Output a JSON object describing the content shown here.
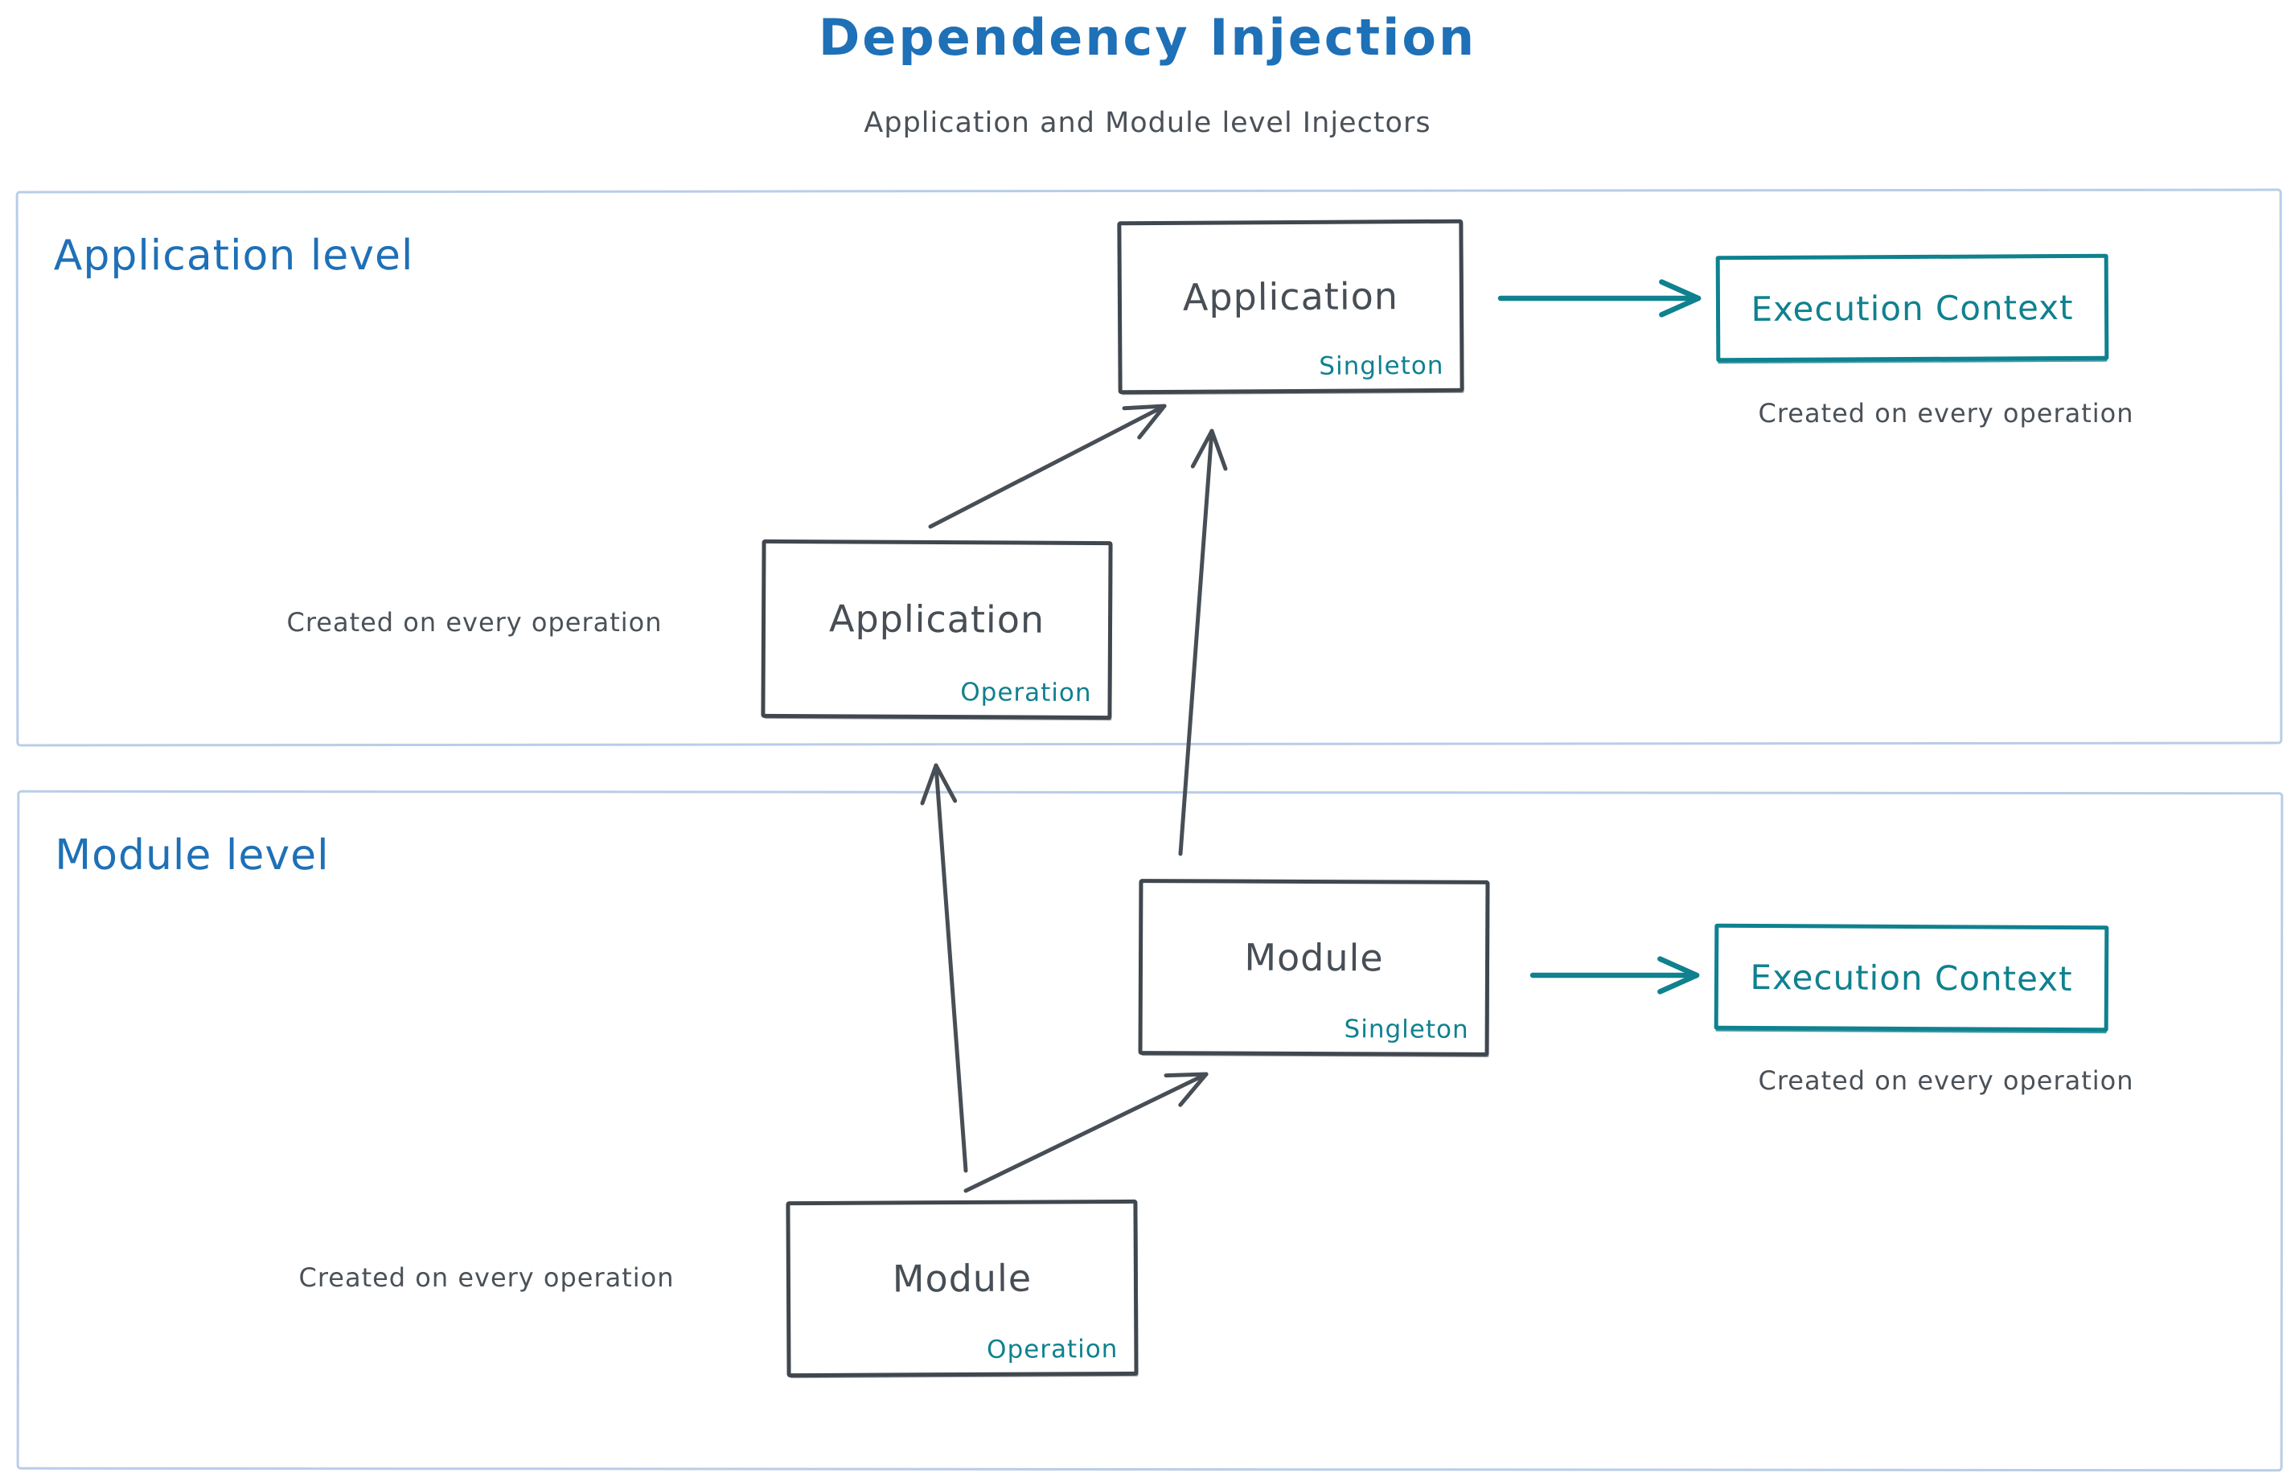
{
  "header": {
    "title": "Dependency Injection",
    "subtitle": "Application and Module level Injectors"
  },
  "colors": {
    "title_blue": "#1e70b7",
    "teal": "#0f818f",
    "ink_gray": "#474e55",
    "box_border": "#40474e",
    "section_border": "#b9cde8",
    "background": "#ffffff"
  },
  "sections": {
    "application": {
      "label": "Application level",
      "singleton_box": {
        "title": "Application",
        "badge": "Singleton"
      },
      "operation_box": {
        "title": "Application",
        "badge": "Operation"
      },
      "operation_caption": "Created on every operation",
      "execution_context": {
        "label": "Execution Context",
        "caption": "Created on every operation"
      }
    },
    "module": {
      "label": "Module level",
      "singleton_box": {
        "title": "Module",
        "badge": "Singleton"
      },
      "operation_box": {
        "title": "Module",
        "badge": "Operation"
      },
      "operation_caption": "Created on every operation",
      "execution_context": {
        "label": "Execution Context",
        "caption": "Created on every operation"
      }
    }
  },
  "arrows": [
    {
      "from": "application-operation",
      "to": "application-singleton",
      "color": "#474e55"
    },
    {
      "from": "module-singleton",
      "to": "application-singleton",
      "color": "#474e55"
    },
    {
      "from": "module-operation",
      "to": "application-operation",
      "color": "#474e55"
    },
    {
      "from": "module-operation",
      "to": "module-singleton",
      "color": "#474e55"
    },
    {
      "from": "application-singleton",
      "to": "application-execution-context",
      "color": "#0f818f"
    },
    {
      "from": "module-singleton",
      "to": "module-execution-context",
      "color": "#0f818f"
    }
  ]
}
